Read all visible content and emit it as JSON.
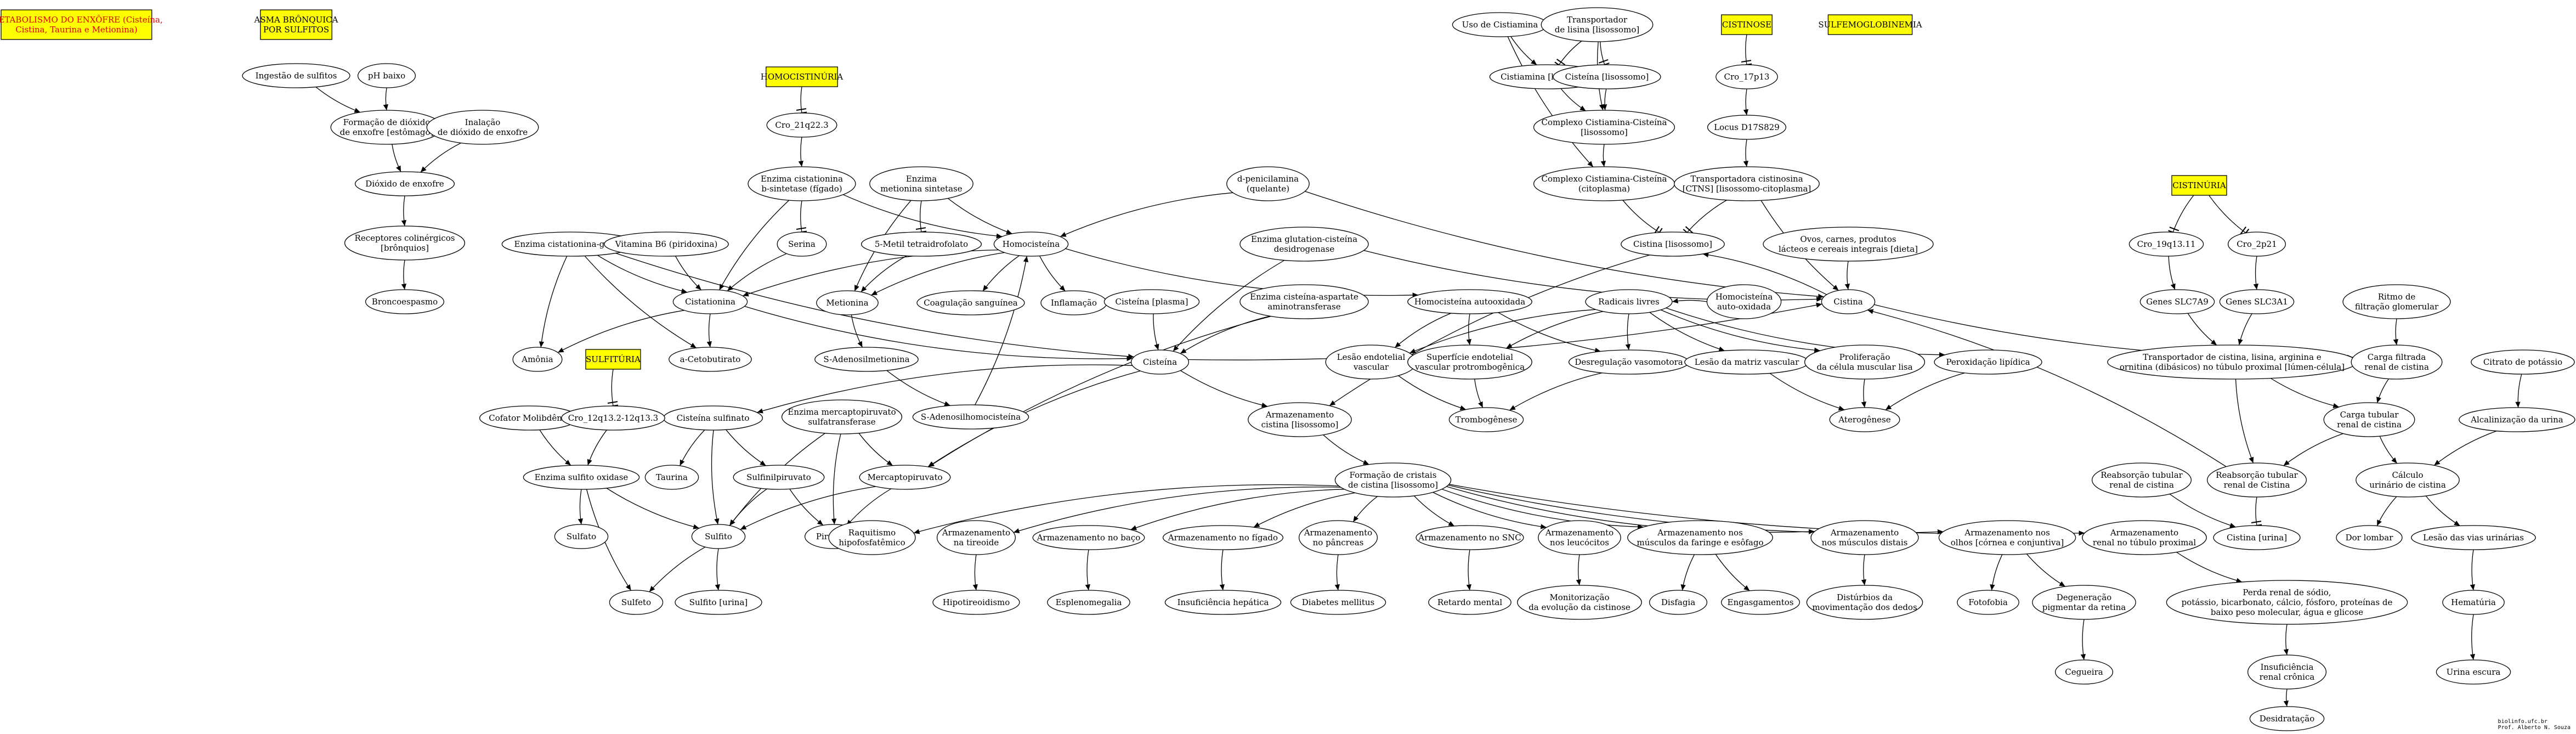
{
  "colors": {
    "box_fill": "#ffff00",
    "ellipse_fill": "#ffffff",
    "stroke": "#000000",
    "red_text": "#e00000"
  },
  "credits": [
    "biolinfo.ufc.br",
    "Prof. Alberto N. Souza"
  ],
  "nodes": [
    {
      "id": "metabolismo",
      "type": "box",
      "red": true,
      "label": [
        "METABOLISMO DO ENXÔFRE (Cisteína,",
        "Cistina, Taurina e Metionina)"
      ]
    },
    {
      "id": "asma",
      "type": "box",
      "label": [
        "ASMA BRÔNQUICA",
        "POR SULFITOS"
      ]
    },
    {
      "id": "homocistinuria",
      "type": "box",
      "label": [
        "HOMOCISTINÚRIA"
      ]
    },
    {
      "id": "sulfituria",
      "type": "box",
      "label": [
        "SULFITÚRIA"
      ]
    },
    {
      "id": "cistinose",
      "type": "box",
      "label": [
        "CISTINOSE"
      ]
    },
    {
      "id": "sulfemoglobinemia",
      "type": "box",
      "label": [
        "SULFEMOGLOBINEMIA"
      ]
    },
    {
      "id": "cistinuria",
      "type": "box",
      "label": [
        "CISTINÚRIA"
      ]
    },
    {
      "id": "ingestao",
      "label": [
        "Ingestão de sulfitos"
      ]
    },
    {
      "id": "phbaixo",
      "label": [
        "pH baixo"
      ]
    },
    {
      "id": "formacao",
      "label": [
        "Formação de dióxido",
        "de enxofre [estômago]"
      ]
    },
    {
      "id": "inalacao",
      "label": [
        "Inalação",
        "de dióxido de enxofre"
      ]
    },
    {
      "id": "dioxido",
      "label": [
        "Dióxido de enxofre"
      ]
    },
    {
      "id": "receptores",
      "label": [
        "Receptores colinérgicos",
        "[brônquios]"
      ]
    },
    {
      "id": "broncoespasmo",
      "label": [
        "Broncoespasmo"
      ]
    },
    {
      "id": "cro21q",
      "label": [
        "Cro_21q22.3"
      ]
    },
    {
      "id": "enz_cbs",
      "label": [
        "Enzima cistationina",
        "b-sintetase (fígado)"
      ]
    },
    {
      "id": "enz_mts",
      "label": [
        "Enzima",
        "metionina sintetase"
      ]
    },
    {
      "id": "serina",
      "label": [
        "Serina"
      ]
    },
    {
      "id": "metiltetra",
      "label": [
        "5-Metil tetraidrofolato"
      ]
    },
    {
      "id": "enz_cgl",
      "label": [
        "Enzima cistationina-g-liase"
      ]
    },
    {
      "id": "vitb6",
      "label": [
        "Vitamina B6 (piridoxina)"
      ]
    },
    {
      "id": "cistationina",
      "label": [
        "Cistationina"
      ]
    },
    {
      "id": "homocisteina",
      "label": [
        "Homocisteína"
      ]
    },
    {
      "id": "metionina",
      "label": [
        "Metionina"
      ]
    },
    {
      "id": "coagulacao",
      "label": [
        "Coagulação sanguínea"
      ]
    },
    {
      "id": "inflamacao",
      "label": [
        "Inflamação"
      ]
    },
    {
      "id": "amonia",
      "label": [
        "Amônia"
      ]
    },
    {
      "id": "cetobutirato",
      "label": [
        "a-Cetobutirato"
      ]
    },
    {
      "id": "sadenmet",
      "label": [
        "S-Adenosilmetionina"
      ]
    },
    {
      "id": "sadenhomo",
      "label": [
        "S-Adenosilhomocisteína"
      ]
    },
    {
      "id": "cisteinaplasma",
      "label": [
        "Cisteína [plasma]"
      ]
    },
    {
      "id": "cisteina",
      "label": [
        "Cisteína"
      ]
    },
    {
      "id": "enz_csat",
      "label": [
        "Enzima cisteína-aspartate",
        "aminotransferase"
      ]
    },
    {
      "id": "cisteinasulf",
      "label": [
        "Cisteína sulfinato"
      ]
    },
    {
      "id": "taurina",
      "label": [
        "Taurina"
      ]
    },
    {
      "id": "sulfinilpiruvato",
      "label": [
        "Sulfinilpiruvato"
      ]
    },
    {
      "id": "enz_mst",
      "label": [
        "Enzima mercaptopiruvato",
        "sulfatransferase"
      ]
    },
    {
      "id": "mercaptopiruvato",
      "label": [
        "Mercaptopiruvato"
      ]
    },
    {
      "id": "piruvato",
      "label": [
        "Piruvato"
      ]
    },
    {
      "id": "cofator",
      "label": [
        "Cofator Molibdênio"
      ]
    },
    {
      "id": "cro12q",
      "label": [
        "Cro_12q13.2-12q13.3"
      ]
    },
    {
      "id": "enz_so",
      "label": [
        "Enzima sulfito oxidase"
      ]
    },
    {
      "id": "sulfato",
      "label": [
        "Sulfato"
      ]
    },
    {
      "id": "sulfito",
      "label": [
        "Sulfito"
      ]
    },
    {
      "id": "sulfeto",
      "label": [
        "Sulfeto"
      ]
    },
    {
      "id": "sulfitourina",
      "label": [
        "Sulfito [urina]"
      ]
    },
    {
      "id": "dpenicilamina",
      "label": [
        "d-penicilamina",
        "(quelante)"
      ]
    },
    {
      "id": "enz_gcd",
      "label": [
        "Enzima glutation-cisteína",
        "desidrogenase"
      ]
    },
    {
      "id": "homoautoox",
      "label": [
        "Homocisteína autooxidada"
      ]
    },
    {
      "id": "radicais",
      "label": [
        "Radicais livres"
      ]
    },
    {
      "id": "homoautoox2",
      "label": [
        "Homocisteína",
        "auto-oxidada"
      ]
    },
    {
      "id": "lesaoendo",
      "label": [
        "Lesão endotelial",
        "vascular"
      ]
    },
    {
      "id": "superficie",
      "label": [
        "Superfície endotelial",
        "vascular protrombogênica"
      ]
    },
    {
      "id": "desregulacao",
      "label": [
        "Desregulação vasomotora"
      ]
    },
    {
      "id": "lesaomatriz",
      "label": [
        "Lesão da matriz vascular"
      ]
    },
    {
      "id": "proliferacao",
      "label": [
        "Proliferação",
        "da célula muscular lisa"
      ]
    },
    {
      "id": "peroxidacao",
      "label": [
        "Peroxidação lipídica"
      ]
    },
    {
      "id": "trombogenese",
      "label": [
        "Trombogênese"
      ]
    },
    {
      "id": "aterogenese",
      "label": [
        "Aterogênese"
      ]
    },
    {
      "id": "armazcistina",
      "label": [
        "Armazenamento",
        "cistina [lisossomo]"
      ]
    },
    {
      "id": "formacristais",
      "label": [
        "Formação de cristais",
        "de cistina [lisossomo]"
      ]
    },
    {
      "id": "rarquitismo",
      "label": [
        "Raquitismo",
        "hipofosfatêmico"
      ]
    },
    {
      "id": "armaztireoide",
      "label": [
        "Armazenamento",
        "na tireoide"
      ]
    },
    {
      "id": "hipotireoidismo",
      "label": [
        "Hipotireoidismo"
      ]
    },
    {
      "id": "armazbaco",
      "label": [
        "Armazenamento no baço"
      ]
    },
    {
      "id": "esplenomegalia",
      "label": [
        "Esplenomegalia"
      ]
    },
    {
      "id": "armazfigado",
      "label": [
        "Armazenamento no fígado"
      ]
    },
    {
      "id": "insufhepatica",
      "label": [
        "Insuficiência hepática"
      ]
    },
    {
      "id": "armazpancreas",
      "label": [
        "Armazenamento",
        "no pâncreas"
      ]
    },
    {
      "id": "diabetes",
      "label": [
        "Diabetes mellitus"
      ]
    },
    {
      "id": "armazsnc",
      "label": [
        "Armazenamento no SNC"
      ]
    },
    {
      "id": "retardo",
      "label": [
        "Retardo mental"
      ]
    },
    {
      "id": "armazleuco",
      "label": [
        "Armazenamento",
        "nos leucócitos"
      ]
    },
    {
      "id": "monitorizacao",
      "label": [
        "Monitorização",
        "da evolução da cistinose"
      ]
    },
    {
      "id": "armazmusc",
      "label": [
        "Armazenamento nos",
        "músculos da faringe e esôfago"
      ]
    },
    {
      "id": "disfagia",
      "label": [
        "Disfagia"
      ]
    },
    {
      "id": "engasgamentos",
      "label": [
        "Engasgamentos"
      ]
    },
    {
      "id": "armazmuscdist",
      "label": [
        "Armazenamento",
        "nos músculos distais"
      ]
    },
    {
      "id": "disturbios",
      "label": [
        "Distúrbios da",
        "movimentação dos dedos"
      ]
    },
    {
      "id": "armazolhos",
      "label": [
        "Armazenamento nos",
        "olhos [córnea e conjuntiva]"
      ]
    },
    {
      "id": "fotofobia",
      "label": [
        "Fotofobia"
      ]
    },
    {
      "id": "degeneracao",
      "label": [
        "Degeneração",
        "pigmentar da retina"
      ]
    },
    {
      "id": "cegueira",
      "label": [
        "Cegueira"
      ]
    },
    {
      "id": "armazrenal",
      "label": [
        "Armazenamento",
        "renal no túbulo proximal"
      ]
    },
    {
      "id": "perdarenal",
      "label": [
        "Perda renal de sódio,",
        "potássio, bicarbonato, cálcio, fósforo, proteínas de",
        "baixo peso molecular, água e glicose"
      ]
    },
    {
      "id": "insufrenal",
      "label": [
        "Insuficiência",
        "renal crônica"
      ]
    },
    {
      "id": "desidratacao",
      "label": [
        "Desidratação"
      ]
    },
    {
      "id": "usocistiamina",
      "label": [
        "Uso de Cistiamina"
      ]
    },
    {
      "id": "transplisina",
      "label": [
        "Transportador",
        "de lisina [lisossomo]"
      ]
    },
    {
      "id": "cistiaminaliso",
      "label": [
        "Cistiamina [lisossomo]"
      ]
    },
    {
      "id": "cisteinaliso",
      "label": [
        "Cisteína [lisossomo]"
      ]
    },
    {
      "id": "complexocc",
      "label": [
        "Complexo Cistiamina-Cisteína",
        "[lisossomo]"
      ]
    },
    {
      "id": "complexocito",
      "label": [
        "Complexo Cistiamina-Cisteína",
        "(citoplasma)"
      ]
    },
    {
      "id": "cro17p",
      "label": [
        "Cro_17p13"
      ]
    },
    {
      "id": "locus",
      "label": [
        "Locus D17S829"
      ]
    },
    {
      "id": "transpcistinosina",
      "label": [
        "Transportadora cistinosina",
        "[CTNS] [lisossomo-citoplasma]"
      ]
    },
    {
      "id": "cistinaliso",
      "label": [
        "Cistina [lisossomo]"
      ]
    },
    {
      "id": "ovos",
      "label": [
        "Ovos, carnes, produtos",
        "lácteos e cereais integrais [dieta]"
      ]
    },
    {
      "id": "cistina",
      "label": [
        "Cistina"
      ]
    },
    {
      "id": "cro19q",
      "label": [
        "Cro_19q13.11"
      ]
    },
    {
      "id": "cro2p",
      "label": [
        "Cro_2p21"
      ]
    },
    {
      "id": "genesslc7",
      "label": [
        "Genes SLC7A9"
      ]
    },
    {
      "id": "genesslc3",
      "label": [
        "Genes SLC3A1"
      ]
    },
    {
      "id": "ritmo",
      "label": [
        "Ritmo de",
        "filtração glomerular"
      ]
    },
    {
      "id": "transpcistina",
      "label": [
        "Transportador de cistina, lisina, arginina e",
        "ornitina (dibásicos) no túbulo proximal [lúmen-célula]"
      ]
    },
    {
      "id": "cargafiltrada",
      "label": [
        "Carga filtrada",
        "renal de cistina"
      ]
    },
    {
      "id": "citrato",
      "label": [
        "Citrato de potássio"
      ]
    },
    {
      "id": "cargatubular",
      "label": [
        "Carga tubular",
        "renal de cistina"
      ]
    },
    {
      "id": "alcalinizacao",
      "label": [
        "Alcalinização da urina"
      ]
    },
    {
      "id": "reabtubular",
      "label": [
        "Reabsorção tubular",
        "renal de cistina"
      ]
    },
    {
      "id": "reabtubular2",
      "label": [
        "Reabsorção tubular",
        "renal de Cistina"
      ]
    },
    {
      "id": "calculo",
      "label": [
        "Cálculo",
        "urinário de cistina"
      ]
    },
    {
      "id": "cistinaurina",
      "label": [
        "Cistina [urina]"
      ]
    },
    {
      "id": "dorlombar",
      "label": [
        "Dor lombar"
      ]
    },
    {
      "id": "lesaovias",
      "label": [
        "Lesão das vias urinárias"
      ]
    },
    {
      "id": "hematuria",
      "label": [
        "Hematúria"
      ]
    },
    {
      "id": "urinaescura",
      "label": [
        "Urina escura"
      ]
    }
  ],
  "edges": [
    [
      "ingestao",
      "formacao"
    ],
    [
      "phbaixo",
      "formacao"
    ],
    [
      "formacao",
      "dioxido"
    ],
    [
      "inalacao",
      "dioxido"
    ],
    [
      "dioxido",
      "receptores"
    ],
    [
      "receptores",
      "broncoespasmo"
    ],
    [
      "homocistinuria",
      "cro21q",
      "tee"
    ],
    [
      "cro21q",
      "enz_cbs"
    ],
    [
      "enz_cbs",
      "serina",
      "tee"
    ],
    [
      "enz_cbs",
      "homocisteina"
    ],
    [
      "enz_cbs",
      "cistationina"
    ],
    [
      "enz_mts",
      "metiltetra",
      "tee"
    ],
    [
      "enz_mts",
      "homocisteina"
    ],
    [
      "enz_mts",
      "metionina"
    ],
    [
      "serina",
      "cistationina"
    ],
    [
      "vitb6",
      "cistationina"
    ],
    [
      "enz_cgl",
      "cistationina"
    ],
    [
      "enz_cgl",
      "amonia"
    ],
    [
      "enz_cgl",
      "cetobutirato"
    ],
    [
      "enz_cgl",
      "cisteina"
    ],
    [
      "cistationina",
      "amonia"
    ],
    [
      "cistationina",
      "cetobutirato"
    ],
    [
      "cistationina",
      "cisteina"
    ],
    [
      "homocisteina",
      "cistationina"
    ],
    [
      "homocisteina",
      "metionina"
    ],
    [
      "metiltetra",
      "metionina"
    ],
    [
      "homocisteina",
      "coagulacao"
    ],
    [
      "homocisteina",
      "inflamacao"
    ],
    [
      "homocisteina",
      "homoautoox"
    ],
    [
      "metionina",
      "sadenmet"
    ],
    [
      "sadenmet",
      "sadenhomo"
    ],
    [
      "sadenhomo",
      "homocisteina"
    ],
    [
      "dpenicilamina",
      "homocisteina"
    ],
    [
      "dpenicilamina",
      "cistina"
    ],
    [
      "enz_gcd",
      "cisteina"
    ],
    [
      "enz_gcd",
      "cistina"
    ],
    [
      "cisteinaplasma",
      "cisteina"
    ],
    [
      "enz_csat",
      "cisteina"
    ],
    [
      "enz_csat",
      "mercaptopiruvato"
    ],
    [
      "cisteina",
      "cisteinasulf"
    ],
    [
      "cisteina",
      "mercaptopiruvato"
    ],
    [
      "cisteina",
      "armazcistina"
    ],
    [
      "cisteina",
      "cistina"
    ],
    [
      "cisteinasulf",
      "taurina"
    ],
    [
      "cisteinasulf",
      "sulfinilpiruvato"
    ],
    [
      "cisteinasulf",
      "sulfito"
    ],
    [
      "sulfinilpiruvato",
      "piruvato"
    ],
    [
      "sulfinilpiruvato",
      "sulfito"
    ],
    [
      "enz_mst",
      "mercaptopiruvato"
    ],
    [
      "enz_mst",
      "piruvato"
    ],
    [
      "enz_mst",
      "sulfito"
    ],
    [
      "mercaptopiruvato",
      "piruvato"
    ],
    [
      "mercaptopiruvato",
      "sulfito"
    ],
    [
      "sulfituria",
      "cro12q",
      "tee"
    ],
    [
      "cofator",
      "enz_so"
    ],
    [
      "cro12q",
      "enz_so"
    ],
    [
      "enz_so",
      "sulfato"
    ],
    [
      "enz_so",
      "sulfito"
    ],
    [
      "enz_so",
      "sulfeto"
    ],
    [
      "sulfito",
      "sulfeto"
    ],
    [
      "sulfito",
      "sulfitourina"
    ],
    [
      "homoautoox",
      "lesaoendo"
    ],
    [
      "homoautoox",
      "superficie"
    ],
    [
      "homoautoox",
      "desregulacao"
    ],
    [
      "radicais",
      "lesaoendo"
    ],
    [
      "radicais",
      "superficie"
    ],
    [
      "radicais",
      "desregulacao"
    ],
    [
      "radicais",
      "lesaomatriz"
    ],
    [
      "radicais",
      "proliferacao"
    ],
    [
      "radicais",
      "peroxidacao"
    ],
    [
      "homoautoox2",
      "radicais"
    ],
    [
      "lesaoendo",
      "trombogenese"
    ],
    [
      "superficie",
      "trombogenese"
    ],
    [
      "desregulacao",
      "trombogenese"
    ],
    [
      "lesaomatriz",
      "aterogenese"
    ],
    [
      "proliferacao",
      "aterogenese"
    ],
    [
      "peroxidacao",
      "aterogenese"
    ],
    [
      "armazcistina",
      "formacristais"
    ],
    [
      "cistinaliso",
      "armazcistina"
    ],
    [
      "formacristais",
      "rarquitismo"
    ],
    [
      "formacristais",
      "armaztireoide"
    ],
    [
      "formacristais",
      "armazbaco"
    ],
    [
      "formacristais",
      "armazfigado"
    ],
    [
      "formacristais",
      "armazpancreas"
    ],
    [
      "formacristais",
      "armazsnc"
    ],
    [
      "formacristais",
      "armazleuco"
    ],
    [
      "formacristais",
      "armazmusc"
    ],
    [
      "formacristais",
      "armazmuscdist"
    ],
    [
      "formacristais",
      "armazolhos"
    ],
    [
      "formacristais",
      "armazrenal"
    ],
    [
      "armaztireoide",
      "hipotireoidismo"
    ],
    [
      "armazbaco",
      "esplenomegalia"
    ],
    [
      "armazfigado",
      "insufhepatica"
    ],
    [
      "armazpancreas",
      "diabetes"
    ],
    [
      "armazsnc",
      "retardo"
    ],
    [
      "armazleuco",
      "monitorizacao"
    ],
    [
      "armazmusc",
      "disfagia"
    ],
    [
      "armazmusc",
      "engasgamentos"
    ],
    [
      "armazmuscdist",
      "disturbios"
    ],
    [
      "armazolhos",
      "fotofobia"
    ],
    [
      "armazolhos",
      "degeneracao"
    ],
    [
      "degeneracao",
      "cegueira"
    ],
    [
      "armazrenal",
      "perdarenal"
    ],
    [
      "perdarenal",
      "insufrenal"
    ],
    [
      "insufrenal",
      "desidratacao"
    ],
    [
      "usocistiamina",
      "cistiaminaliso"
    ],
    [
      "transplisina",
      "cistiaminaliso",
      "tee"
    ],
    [
      "transplisina",
      "cisteinaliso",
      "tee"
    ],
    [
      "transplisina",
      "complexocc"
    ],
    [
      "cistiaminaliso",
      "complexocc"
    ],
    [
      "cisteinaliso",
      "complexocc"
    ],
    [
      "usocistiamina",
      "complexocito"
    ],
    [
      "complexocc",
      "complexocito"
    ],
    [
      "complexocito",
      "cistinaliso",
      "tee"
    ],
    [
      "cistinose",
      "cro17p",
      "tee"
    ],
    [
      "cro17p",
      "locus"
    ],
    [
      "locus",
      "transpcistinosina"
    ],
    [
      "transpcistinosina",
      "cistinaliso",
      "tee"
    ],
    [
      "transpcistinosina",
      "cistina"
    ],
    [
      "ovos",
      "cistina"
    ],
    [
      "cistina",
      "cistinaliso"
    ],
    [
      "cistinuria",
      "cro19q",
      "tee"
    ],
    [
      "cistinuria",
      "cro2p",
      "tee"
    ],
    [
      "cro19q",
      "genesslc7"
    ],
    [
      "cro2p",
      "genesslc3"
    ],
    [
      "genesslc7",
      "transpcistina"
    ],
    [
      "genesslc3",
      "transpcistina"
    ],
    [
      "transpcistina",
      "reabtubular2"
    ],
    [
      "transpcistina",
      "cargatubular"
    ],
    [
      "ritmo",
      "cargafiltrada"
    ],
    [
      "cistina",
      "cargafiltrada"
    ],
    [
      "cargafiltrada",
      "cargatubular"
    ],
    [
      "cargatubular",
      "reabtubular2"
    ],
    [
      "cargatubular",
      "calculo"
    ],
    [
      "citrato",
      "alcalinizacao"
    ],
    [
      "alcalinizacao",
      "calculo"
    ],
    [
      "reabtubular2",
      "cistina"
    ],
    [
      "reabtubular",
      "cistinaurina"
    ],
    [
      "reabtubular2",
      "cistinaurina",
      "tee"
    ],
    [
      "calculo",
      "dorlombar"
    ],
    [
      "calculo",
      "lesaovias"
    ],
    [
      "lesaovias",
      "hematuria"
    ],
    [
      "hematuria",
      "urinaescura"
    ]
  ]
}
